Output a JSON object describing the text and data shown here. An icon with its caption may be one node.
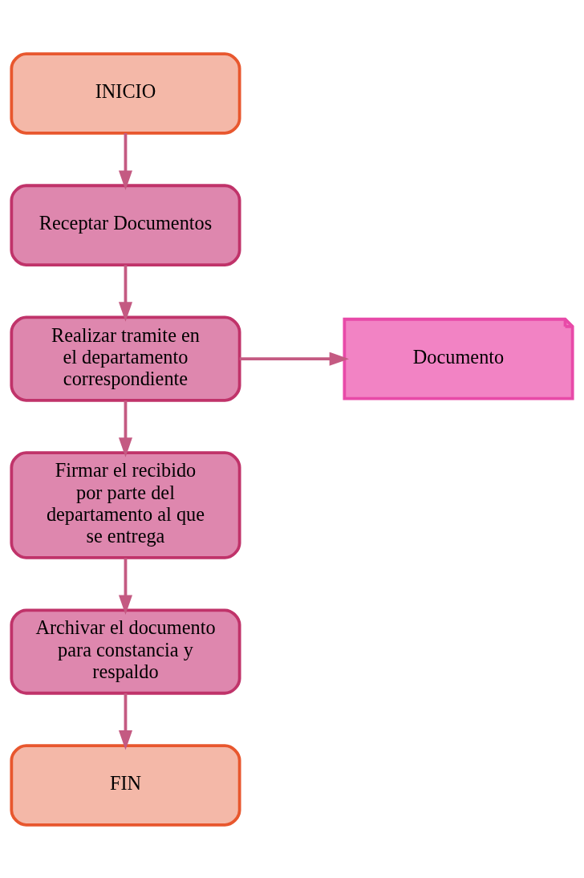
{
  "diagram": {
    "nodes": [
      {
        "text": [
          "INICIO"
        ]
      },
      {
        "text": [
          "Receptar Documentos"
        ]
      },
      {
        "text": [
          "Realizar tramite en el departamento correspondiente"
        ]
      },
      {
        "text": [
          "Documento"
        ]
      },
      {
        "text": [
          "Firmar el recibido por parte del departamento al que se entrega"
        ]
      },
      {
        "text": [
          "Archivar el documento para constancia y respaldo"
        ]
      },
      {
        "text": [
          "FIN"
        ]
      }
    ],
    "edges": [
      {
        "from": 0,
        "to": 1,
        "arrow": "to"
      },
      {
        "from": 1,
        "to": 2,
        "arrow": "to"
      },
      {
        "from": 2,
        "to": 3,
        "arrow": "to"
      },
      {
        "from": 2,
        "to": 4,
        "arrow": "to"
      },
      {
        "from": 4,
        "to": 5,
        "arrow": "to"
      },
      {
        "from": 5,
        "to": 6,
        "arrow": "to"
      }
    ]
  }
}
